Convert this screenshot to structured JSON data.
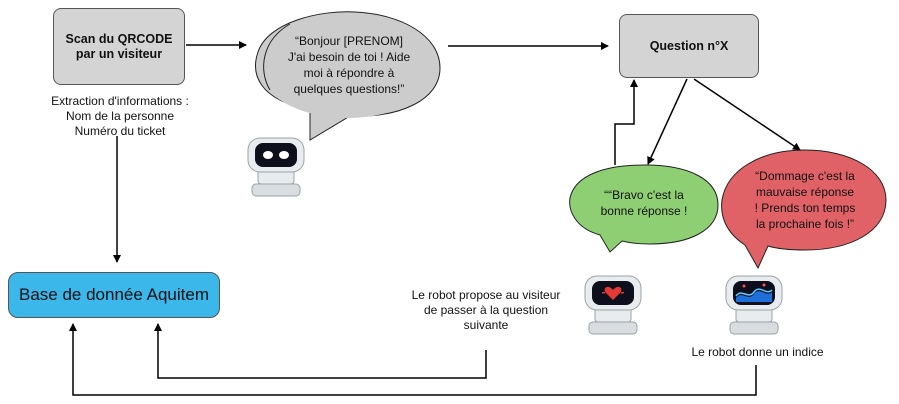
{
  "nodes": {
    "scan": {
      "line1": "Scan du QRCODE",
      "line2": "par un visiteur"
    },
    "extraction": {
      "line1": "Extraction d'informations :",
      "line2": "Nom de la personne",
      "line3": "Numéro du ticket"
    },
    "greeting": {
      "line1": "“Bonjour [PRENOM]",
      "line2": "J'ai besoin de toi ! Aide",
      "line3": "moi à répondre à",
      "line4": "quelques questions!”"
    },
    "question": {
      "label": "Question n°X"
    },
    "correct": {
      "line1": "““Bravo c'est la",
      "line2": "bonne réponse !"
    },
    "wrong": {
      "line1": "“Dommage c'est la",
      "line2": "mauvaise réponse",
      "line3": "! Prends ton temps",
      "line4": "la prochaine fois !”"
    },
    "database": {
      "label": "Base de donnée Aquitem"
    },
    "next_question": {
      "line1": "Le robot propose au visiteur",
      "line2": "de passer à la question",
      "line3": "suivante"
    },
    "hint": {
      "label": "Le robot donne un indice"
    }
  },
  "colors": {
    "box_gray": "#d4d4d4",
    "database_blue": "#3cb7ea",
    "bubble_gray": "#cccccc",
    "bubble_green": "#8fcf73",
    "bubble_red": "#e06266",
    "robot_body": "#e8ecef",
    "robot_screen": "#0d0f1c"
  },
  "robots": {
    "greeting": "eyes",
    "correct": "heart",
    "wrong": "wave"
  }
}
